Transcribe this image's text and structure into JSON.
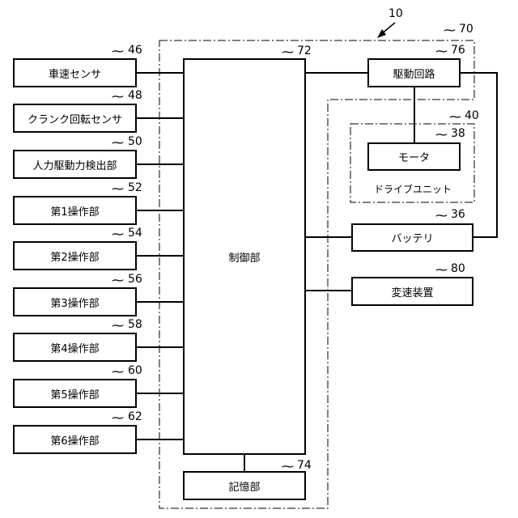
{
  "figure_number": "10",
  "control_unit": {
    "ref": "70",
    "label": "制御部",
    "label_ref": "72"
  },
  "memory": {
    "label": "記憶部",
    "ref": "74"
  },
  "inputs": [
    {
      "label": "車速センサ",
      "ref": "46"
    },
    {
      "label": "クランク回転センサ",
      "ref": "48"
    },
    {
      "label": "人力駆動力検出部",
      "ref": "50"
    },
    {
      "label": "第1操作部",
      "ref": "52"
    },
    {
      "label": "第2操作部",
      "ref": "54"
    },
    {
      "label": "第3操作部",
      "ref": "56"
    },
    {
      "label": "第4操作部",
      "ref": "58"
    },
    {
      "label": "第5操作部",
      "ref": "60"
    },
    {
      "label": "第6操作部",
      "ref": "62"
    }
  ],
  "drive_circuit": {
    "label": "駆動回路",
    "ref": "76"
  },
  "drive_unit": {
    "label": "ドライブユニット",
    "ref": "40"
  },
  "motor": {
    "label": "モータ",
    "ref": "38"
  },
  "battery": {
    "label": "バッテリ",
    "ref": "36"
  },
  "transmission": {
    "label": "変速装置",
    "ref": "80"
  }
}
